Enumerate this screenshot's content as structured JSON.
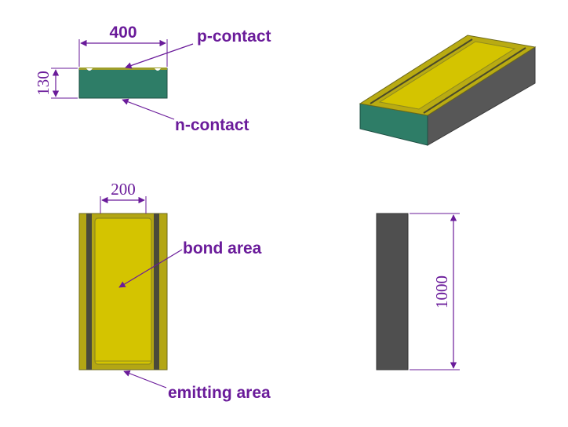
{
  "front_view": {
    "width_dim": "400",
    "height_dim": "130",
    "p_contact": "p-contact",
    "n_contact": "n-contact"
  },
  "top_view": {
    "width_dim": "200",
    "bond_area": "bond area",
    "emitting_area": "emitting area"
  },
  "side_view": {
    "length_dim": "1000"
  },
  "colors": {
    "annotation": "#6a1b9a",
    "substrate_green": "#2e7d67",
    "gold_contact": "#c8b900",
    "dark_grey": "#4a4a4a"
  }
}
